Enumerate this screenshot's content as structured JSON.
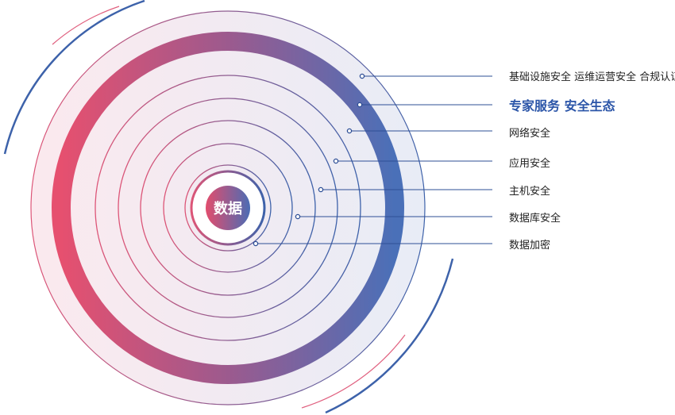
{
  "core": {
    "label": "数据"
  },
  "layers": [
    {
      "label": "基础设施安全 运维运营安全 合规认证",
      "highlight": false
    },
    {
      "label": "专家服务 安全生态",
      "highlight": true
    },
    {
      "label": "网络安全",
      "highlight": false
    },
    {
      "label": "应用安全",
      "highlight": false
    },
    {
      "label": "主机安全",
      "highlight": false
    },
    {
      "label": "数据库安全",
      "highlight": false
    },
    {
      "label": "数据加密",
      "highlight": false
    }
  ],
  "colors": {
    "pink": "#e6506f",
    "blue": "#4a6fb5",
    "ring_pink": "#d5607e",
    "ring_blue": "#3d62aa",
    "leader": "#2e4f96",
    "highlight_text": "#2b55a8",
    "text": "#222222"
  }
}
